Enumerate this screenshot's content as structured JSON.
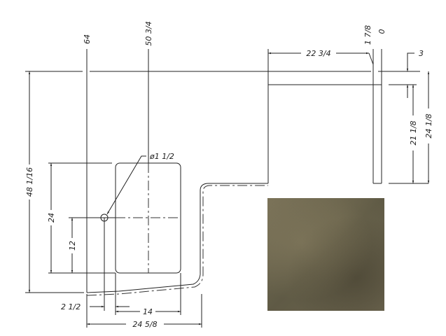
{
  "drawing": {
    "dimensions": {
      "top_left_ordinate": "64",
      "sink_center_ordinate": "50 3/4",
      "top_right_ordinate_a": "1 7/8",
      "top_right_ordinate_b": "0",
      "return_width": "22 3/4",
      "backsplash_offset": "3",
      "return_inner_depth": "21 1/8",
      "return_depth": "24 1/8",
      "overall_depth": "48 1/16",
      "sink_depth": "24",
      "hole_height": "12",
      "hole_diameter": "ø1 1/2",
      "hole_offset": "2 1/2",
      "sink_width": "14",
      "left_section_width": "24 5/8"
    },
    "material_swatch_color": "#6b6550"
  }
}
